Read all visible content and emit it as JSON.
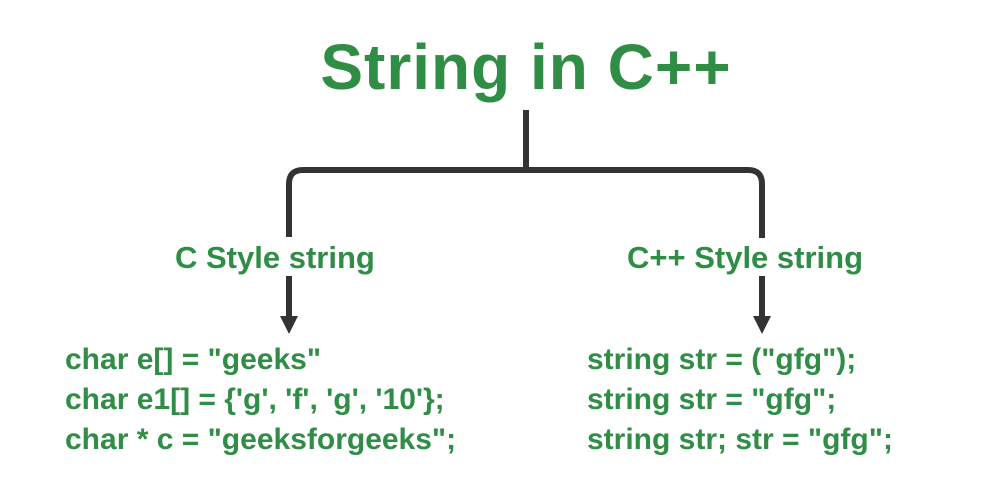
{
  "title": "String in C++",
  "branches": [
    {
      "label": "C Style string",
      "examples": [
        "char e[] = \"geeks\"",
        "char e1[] = {'g', 'f', 'g', '10'};",
        "char * c = \"geeksforgeeks\";"
      ]
    },
    {
      "label": "C++ Style string",
      "examples": [
        "string str = (\"gfg\");",
        "string str = \"gfg\";",
        "string str; str = \"gfg\";"
      ]
    }
  ],
  "colors": {
    "text": "#2f8d46",
    "lines": "#333333"
  }
}
